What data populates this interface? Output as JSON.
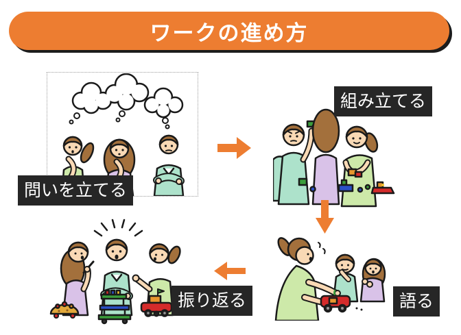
{
  "title": "ワークの進め方",
  "steps": [
    {
      "id": "pose-question",
      "label": "問いを立てる",
      "scene": "three people thinking with thought bubbles"
    },
    {
      "id": "assemble",
      "label": "組み立てる",
      "scene": "people building models with small blocks"
    },
    {
      "id": "tell",
      "label": "語る",
      "scene": "a woman presenting her toy-car model to two listeners"
    },
    {
      "id": "reflect",
      "label": "振り返る",
      "scene": "three people discussing the finished models"
    }
  ],
  "flow_arrows": [
    {
      "direction": "right",
      "from": "問いを立てる",
      "to": "組み立てる"
    },
    {
      "direction": "down",
      "from": "組み立てる",
      "to": "語る"
    },
    {
      "direction": "left",
      "from": "語る",
      "to": "振り返る"
    }
  ],
  "colors": {
    "accent_orange": "#ED7D31",
    "banner_text": "#FFFFFF",
    "banner_shadow": "#1C1C1C",
    "label_background": "#262626",
    "label_text": "#FFFFFF",
    "background": "#FFFFFF"
  }
}
